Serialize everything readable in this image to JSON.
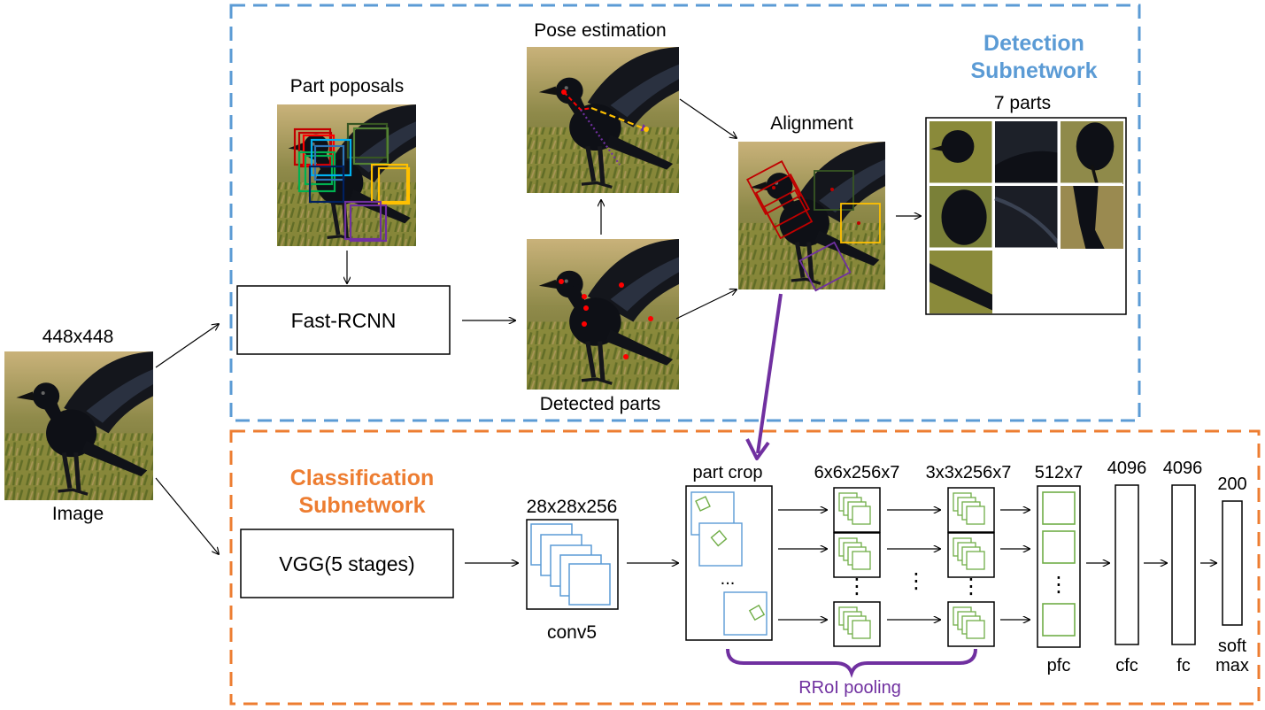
{
  "labels": {
    "input_size": "448x448",
    "image": "Image",
    "part_proposals": "Part poposals",
    "pose_estimation": "Pose estimation",
    "alignment": "Alignment",
    "detected_parts": "Detected parts",
    "fast_rcnn": "Fast-RCNN",
    "vgg": "VGG(5 stages)",
    "conv5_size": "28x28x256",
    "conv5": "conv5",
    "part_crop": "part crop",
    "pool_size1": "6x6x256x7",
    "pool_size2": "3x3x256x7",
    "pfc_size": "512x7",
    "cfc_size": "4096",
    "fc_size": "4096",
    "softmax_size": "200",
    "pfc": "pfc",
    "cfc": "cfc",
    "fc": "fc",
    "softmax1": "soft",
    "softmax2": "max",
    "rroi_pooling": "RRoI pooling",
    "parts_count": "7 parts",
    "ellipsis": "...",
    "vdots": "⋮"
  },
  "subnetworks": {
    "detection_line1": "Detection",
    "detection_line2": "Subnetwork",
    "classification_line1": "Classification",
    "classification_line2": "Subnetwork"
  },
  "colors": {
    "detection_border": "#5b9bd5",
    "classification_border": "#ed7d31",
    "rroi": "#7030a0",
    "featuremap_blue": "#5b9bd5",
    "pooled_green": "#70ad47",
    "part_red": "#c00000",
    "part_green": "#375623",
    "part_yellow": "#ffc000",
    "part_purple": "#7030a0",
    "part_blue": "#2e75b6",
    "part_cyan": "#00b0f0",
    "part_lime": "#00b050",
    "part_navy": "#002060",
    "keypoint": "#ff0000"
  }
}
